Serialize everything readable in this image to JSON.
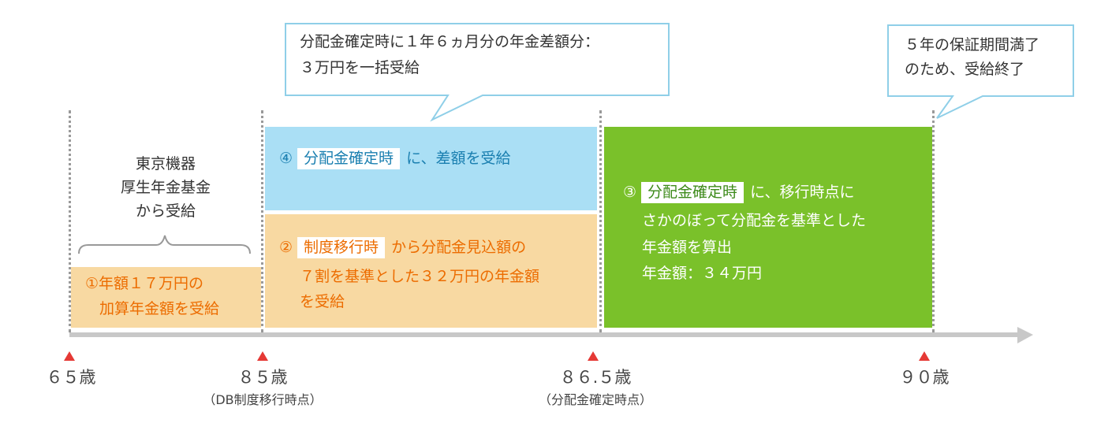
{
  "callout_top": {
    "line1": "分配金確定時に１年６ヵ月分の年金差額分：",
    "line2": "３万円を一括受給"
  },
  "callout_right": {
    "line1": "５年の保証期間満了",
    "line2": "のため、受給終了"
  },
  "fund_label": {
    "line1": "東京機器",
    "line2": "厚生年金基金",
    "line3": "から受給"
  },
  "block1": {
    "line1": "①年額１７万円の",
    "line2": "加算年金額を受給"
  },
  "block4": {
    "num": "④",
    "badge": "分配金確定時",
    "text": "に、差額を受給"
  },
  "block2": {
    "num": "②",
    "badge": "制度移行時",
    "text1": "から分配金見込額の",
    "line2": "７割を基準とした３２万円の年金額",
    "line3": "を受給"
  },
  "block3": {
    "num": "③",
    "badge": "分配金確定時",
    "text1": "に、移行時点に",
    "line2": "さかのぼって分配金を基準とした",
    "line3": "年金額を算出",
    "line4": "年金額：３４万円"
  },
  "axis": {
    "age65": "６５歳",
    "age85": "８５歳",
    "age85_note": "（DB制度移行時点）",
    "age86_5": "８６.５歳",
    "age86_5_note": "（分配金確定時点）",
    "age90": "９０歳"
  },
  "colors": {
    "orange_fill": "#f8d9a2",
    "orange_text": "#ec6c00",
    "blue_fill": "#aadff5",
    "blue_text": "#1a7fb0",
    "green_fill": "#7ac12a",
    "callout_border": "#8fcfe8",
    "arrow": "#c8c8c8",
    "tick": "#e53935"
  }
}
